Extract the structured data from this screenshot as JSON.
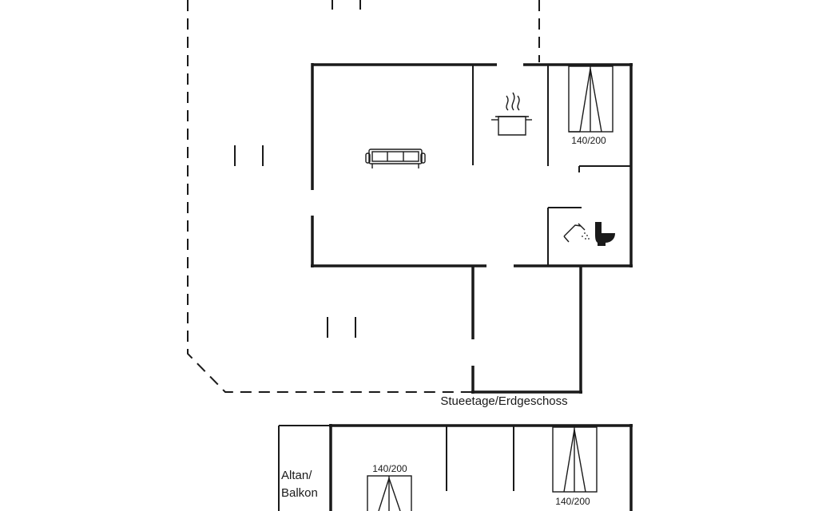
{
  "ground_floor": {
    "title": "Stueetage/Erdgeschoss",
    "bedroom_bed_size": "140/200",
    "icons": [
      "sofa-icon",
      "cooking-pot-icon",
      "shower-icon",
      "toilet-icon",
      "double-bed-icon"
    ]
  },
  "upper_floor": {
    "balcony_label_line1": "Altan/",
    "balcony_label_line2": "Balkon",
    "bed_size_left": "140/200",
    "bed_size_right": "140/200",
    "icons": [
      "double-bed-icon",
      "double-bed-icon"
    ]
  }
}
